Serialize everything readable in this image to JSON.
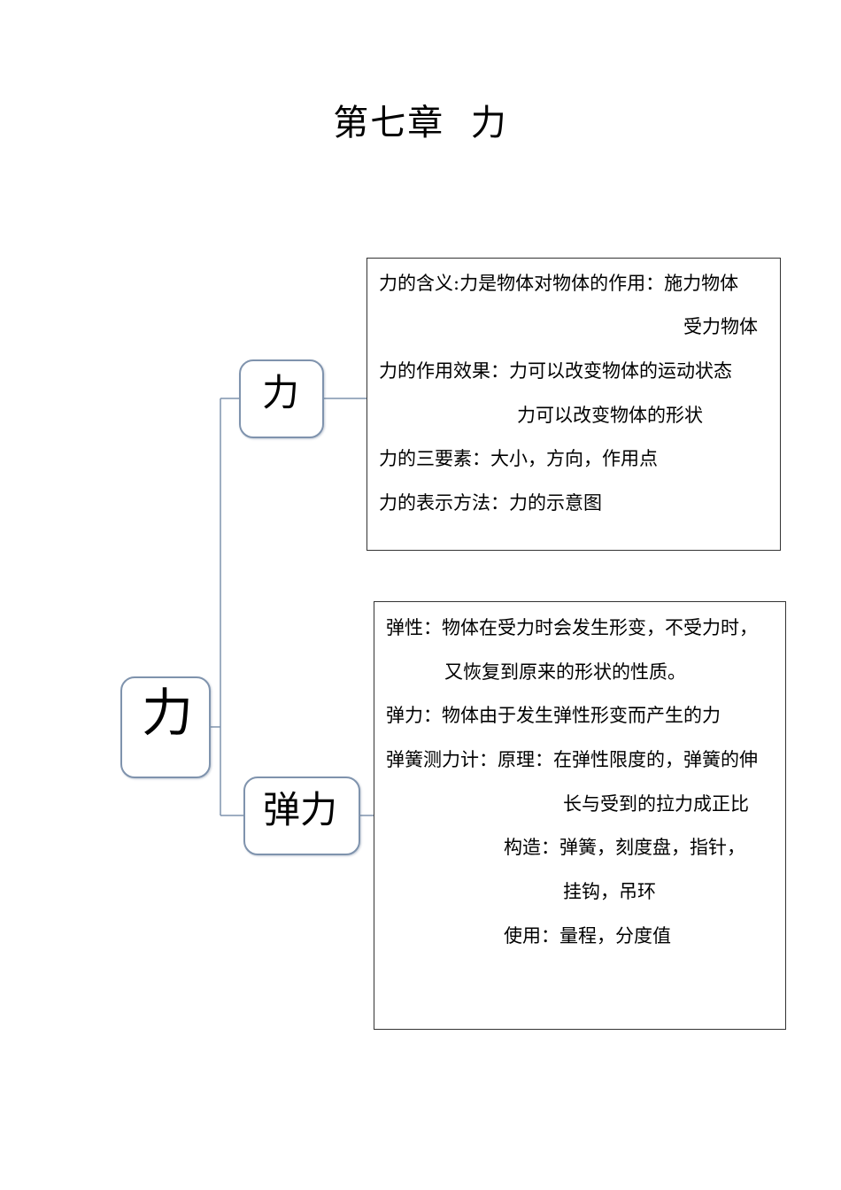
{
  "title": "第七章  力",
  "root_node": {
    "label": "力"
  },
  "branch_force": {
    "label": "力",
    "lines": [
      "力的含义:力是物体对物体的作用：施力物体",
      "受力物体",
      "力的作用效果：力可以改变物体的运动状态",
      "力可以改变物体的形状",
      "力的三要素：大小，方向，作用点",
      "力的表示方法：力的示意图"
    ]
  },
  "branch_elastic": {
    "label": "弹力",
    "lines": [
      "弹性：物体在受力时会发生形变，不受力时，",
      "又恢复到原来的形状的性质。",
      "弹力：物体由于发生弹性形变而产生的力",
      "弹簧测力计：原理：在弹性限度的，弹簧的伸",
      "长与受到的拉力成正比",
      "构造：弹簧，刻度盘，指针，",
      "挂钩，吊环",
      "使用：量程，分度值"
    ]
  },
  "colors": {
    "connector": "#7f93ad",
    "node_border": "#7f93ad",
    "box_border": "#333333"
  }
}
